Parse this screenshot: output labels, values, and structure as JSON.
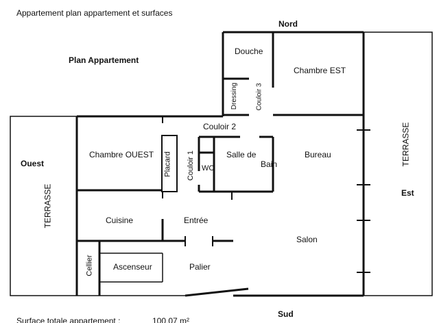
{
  "title": "Appartement plan appartement et surfaces",
  "subtitle": "Plan Appartement",
  "orientation": {
    "north": "Nord",
    "south": "Sud",
    "west": "Ouest",
    "east": "Est"
  },
  "rooms": {
    "douche": "Douche",
    "chambre_est": "Chambre EST",
    "dressing": "Dressing",
    "couloir3": "Couloir 3",
    "couloir2": "Couloir 2",
    "chambre_ouest": "Chambre OUEST",
    "placard": "Placard",
    "couloir1": "Couloir 1",
    "wc": "WC",
    "salle_de": "Salle de",
    "bain": "Bain",
    "bureau": "Bureau",
    "cuisine": "Cuisine",
    "entree": "Entrée",
    "salon": "Salon",
    "cellier": "Cellier",
    "ascenseur": "Ascenseur",
    "palier": "Palier",
    "terrasse_ouest": "TERRASSE",
    "terrasse_est": "TERRASSE"
  },
  "surface": {
    "label": "Surface totale appartement  :",
    "value": "100,07 m²"
  }
}
